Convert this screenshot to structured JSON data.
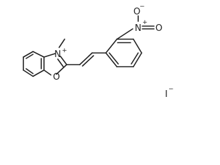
{
  "molecule": {
    "labels": {
      "methyl_n": "N",
      "methyl_n_charge": "+",
      "ring_o": "O",
      "nitro_n": "N",
      "nitro_n_charge": "+",
      "nitro_o_top": "O",
      "nitro_o_top_charge": "−",
      "nitro_o_right": "O",
      "iodide": "I",
      "iodide_charge": "−"
    }
  }
}
